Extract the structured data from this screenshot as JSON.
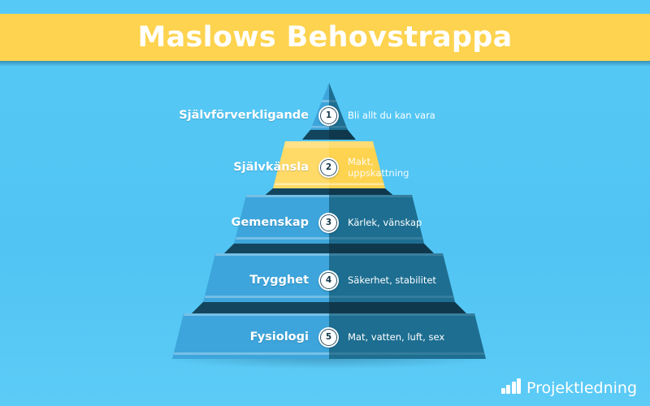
{
  "header": {
    "title": "Maslows Behovstrappa",
    "banner_color": "#fdd34f",
    "title_color": "#ffffff"
  },
  "background_color": "#55c8f5",
  "pyramid": {
    "levels": [
      {
        "number": "1",
        "label": "Självförverkligande",
        "description": "Bli allt du kan vara",
        "face_left_color": "#3da5db",
        "face_right_color": "#1d6e91"
      },
      {
        "number": "2",
        "label": "Självkänsla",
        "description": "Makt, uppskattning",
        "face_left_color": "#fdd34f",
        "face_right_color": "#fdd34f"
      },
      {
        "number": "3",
        "label": "Gemenskap",
        "description": "Kärlek, vänskap",
        "face_left_color": "#3da5db",
        "face_right_color": "#1d6e91"
      },
      {
        "number": "4",
        "label": "Trygghet",
        "description": "Säkerhet, stabilitet",
        "face_left_color": "#3da5db",
        "face_right_color": "#1d6e91"
      },
      {
        "number": "5",
        "label": "Fysiologi",
        "description": "Mat, vatten, luft, sex",
        "face_left_color": "#3da5db",
        "face_right_color": "#1d6e91"
      }
    ]
  },
  "footer": {
    "logo_text": "Projektledning",
    "logo_icon": "bar-chart-icon"
  }
}
